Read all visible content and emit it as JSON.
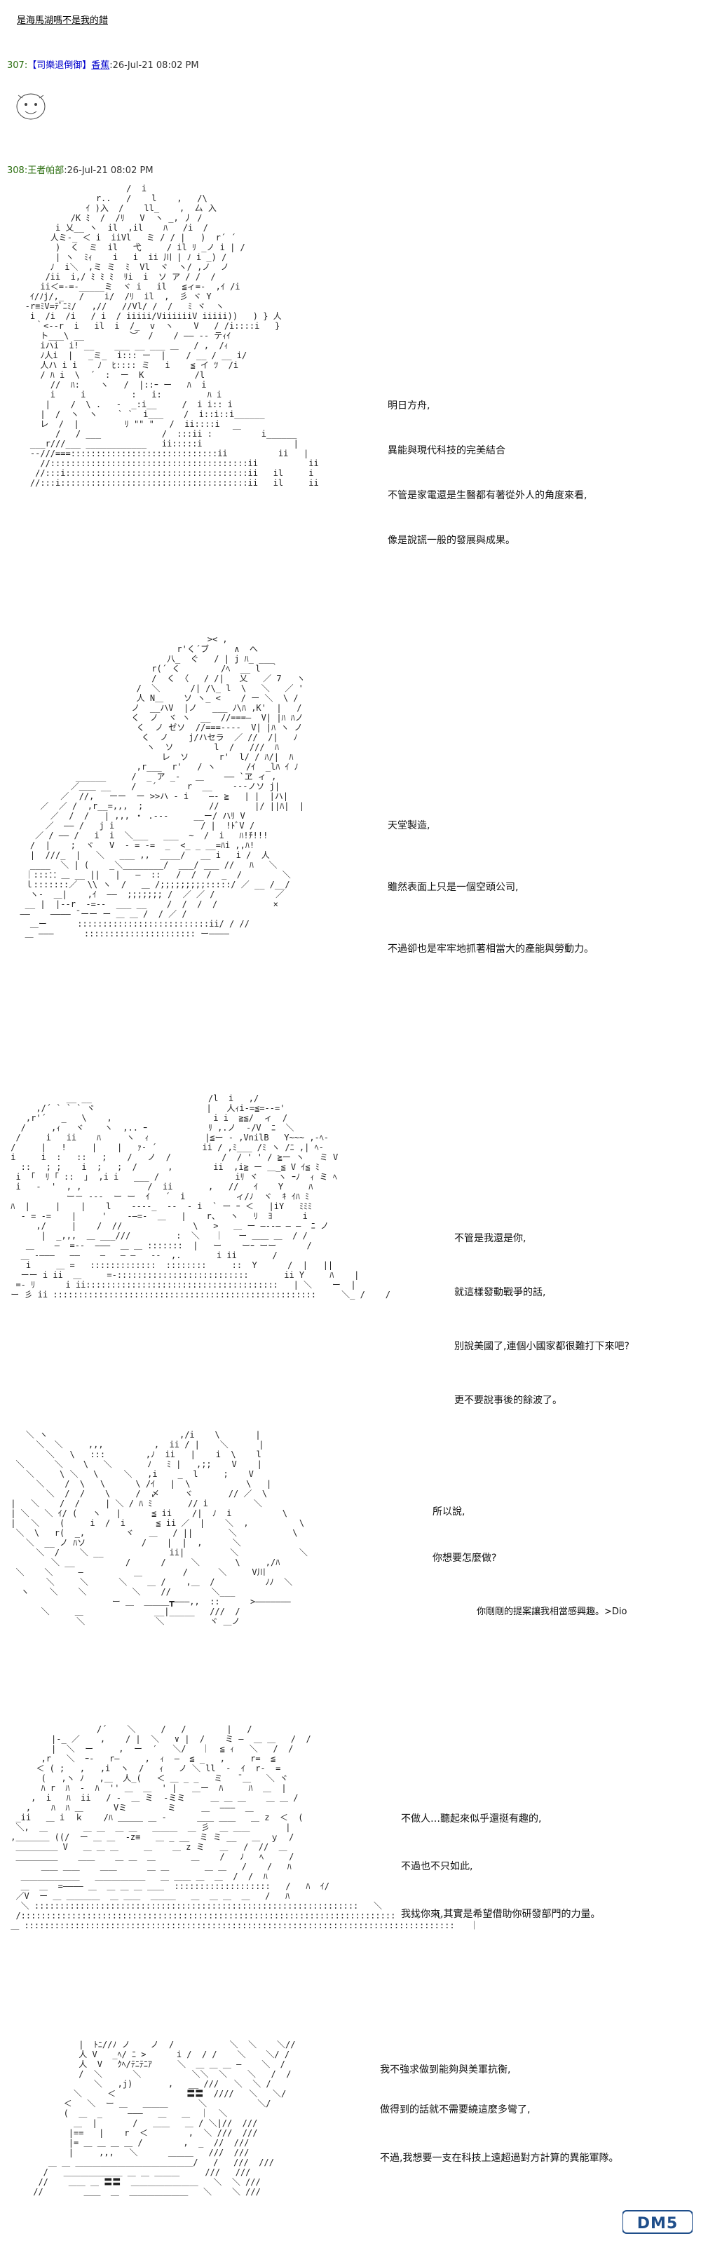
{
  "title": "是海馬湖嗎不是我的錯",
  "post307": {
    "number": "307:",
    "author": "【司樂退倒御】",
    "author_link": "香蕉",
    "date": ":26-Jul-21 08:02 PM"
  },
  "post308": {
    "number": "308:",
    "author": "王者帕部",
    "date": ":26-Jul-21 08:02 PM"
  },
  "panels": [
    {
      "lines": [
        "明日方舟,",
        "異能與現代科技的完美結合",
        "不管是家電還是生醫都有著從外人的角度來看,",
        "像是說謊一般的發展與成果。"
      ]
    },
    {
      "lines": [
        "天堂製造,",
        "雖然表面上只是一個空頭公司,",
        "不過卻也是牢牢地抓著相當大的產能與勞動力。"
      ]
    },
    {
      "lines": [
        "不管是我還是你,",
        "就這樣發動戰爭的話,",
        "別說美國了,連個小國家都很難打下來吧?",
        "更不要說事後的餘波了。"
      ]
    },
    {
      "lines": [
        "所以說,",
        "你想要怎麼做?"
      ],
      "credit": "你剛剛的提案讓我相當感興趣。>Dio"
    },
    {
      "lines": [
        "不做人…聽起來似乎還挺有趣的,",
        "不過也不只如此,",
        "我找你來,其實是希望借助你研發部門的力量。"
      ]
    },
    {
      "lines": [
        "我不強求做到能夠與美軍抗衡,",
        "做得到的話就不需要繞這麼多彎了,",
        "不過,我想要一支在科技上遠超過對方計算的異能軍隊。"
      ]
    }
  ],
  "watermark": "DM5"
}
